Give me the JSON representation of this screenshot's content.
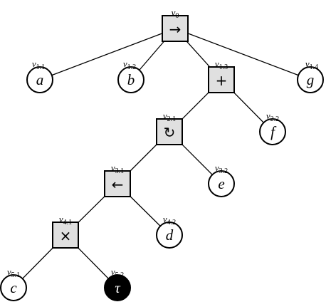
{
  "tree": {
    "nodes": [
      {
        "id": "v0",
        "base": "v",
        "sub": "0",
        "kind": "operator",
        "symbol": "→",
        "operator": "sequence"
      },
      {
        "id": "v1.1",
        "base": "v",
        "sub": "1.1",
        "kind": "leaf",
        "label": "a",
        "parent": "v0"
      },
      {
        "id": "v1.2",
        "base": "v",
        "sub": "1.2",
        "kind": "leaf",
        "label": "b",
        "parent": "v0"
      },
      {
        "id": "v1.3",
        "base": "v",
        "sub": "1.3",
        "kind": "operator",
        "symbol": "+",
        "operator": "parallel",
        "parent": "v0"
      },
      {
        "id": "v1.4",
        "base": "v",
        "sub": "1.4",
        "kind": "leaf",
        "label": "g",
        "parent": "v0"
      },
      {
        "id": "v2.1",
        "base": "v",
        "sub": "2.1",
        "kind": "operator",
        "symbol": "↻",
        "operator": "loop",
        "parent": "v1.3"
      },
      {
        "id": "v2.2",
        "base": "v",
        "sub": "2.2",
        "kind": "leaf",
        "label": "f",
        "parent": "v1.3"
      },
      {
        "id": "v3.1",
        "base": "v",
        "sub": "3.1",
        "kind": "operator",
        "symbol": "←",
        "operator": "reverse-sequence",
        "parent": "v2.1"
      },
      {
        "id": "v3.2",
        "base": "v",
        "sub": "3.2",
        "kind": "leaf",
        "label": "e",
        "parent": "v2.1"
      },
      {
        "id": "v4.1",
        "base": "v",
        "sub": "4.1",
        "kind": "operator",
        "symbol": "×",
        "operator": "exclusive-choice",
        "parent": "v3.1"
      },
      {
        "id": "v4.2",
        "base": "v",
        "sub": "4.2",
        "kind": "leaf",
        "label": "d",
        "parent": "v3.1"
      },
      {
        "id": "v5.1",
        "base": "v",
        "sub": "5.1",
        "kind": "leaf",
        "label": "c",
        "parent": "v4.1"
      },
      {
        "id": "v5.2",
        "base": "v",
        "sub": "5.2",
        "kind": "leaf",
        "label": "τ",
        "silent": true,
        "parent": "v4.1"
      }
    ],
    "colors": {
      "operator_fill": "#e0e0e0",
      "leaf_fill": "#ffffff",
      "silent_fill": "#000000",
      "stroke": "#000000"
    }
  }
}
